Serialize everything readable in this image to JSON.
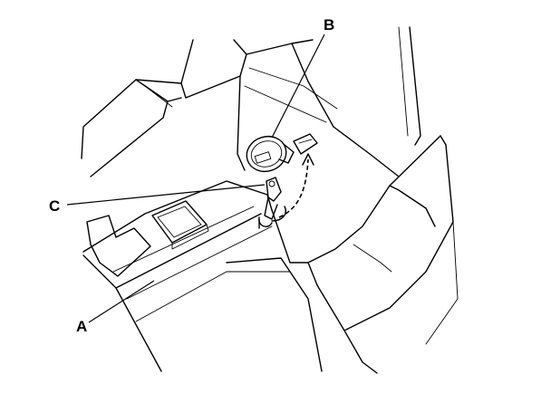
{
  "diagram": {
    "callouts": [
      {
        "id": "A",
        "label": "A"
      },
      {
        "id": "B",
        "label": "B"
      },
      {
        "id": "C",
        "label": "C"
      }
    ]
  },
  "colors": {
    "ink": "#000000",
    "paper": "#ffffff"
  }
}
